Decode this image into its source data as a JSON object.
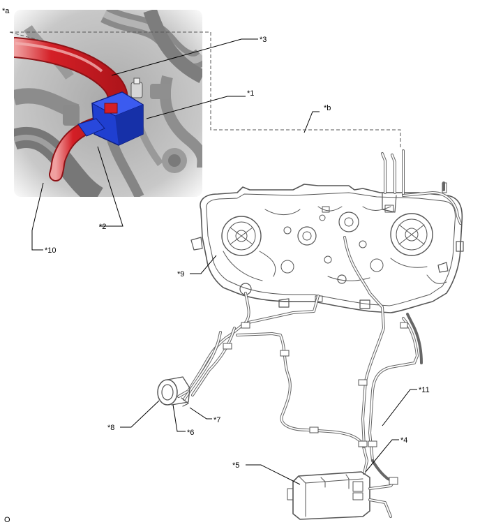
{
  "labels": {
    "a": "*a",
    "b": "*b",
    "c1": "*1",
    "c2": "*2",
    "c3": "*3",
    "c4": "*4",
    "c5": "*5",
    "c6": "*6",
    "c7": "*7",
    "c8": "*8",
    "c9": "*9",
    "c10": "*10",
    "c11": "*11",
    "footer": "O"
  },
  "colors": {
    "highlight_red": "#d41f26",
    "highlight_blue": "#1f3fd0",
    "photo_gray": "#bdbdbd"
  }
}
